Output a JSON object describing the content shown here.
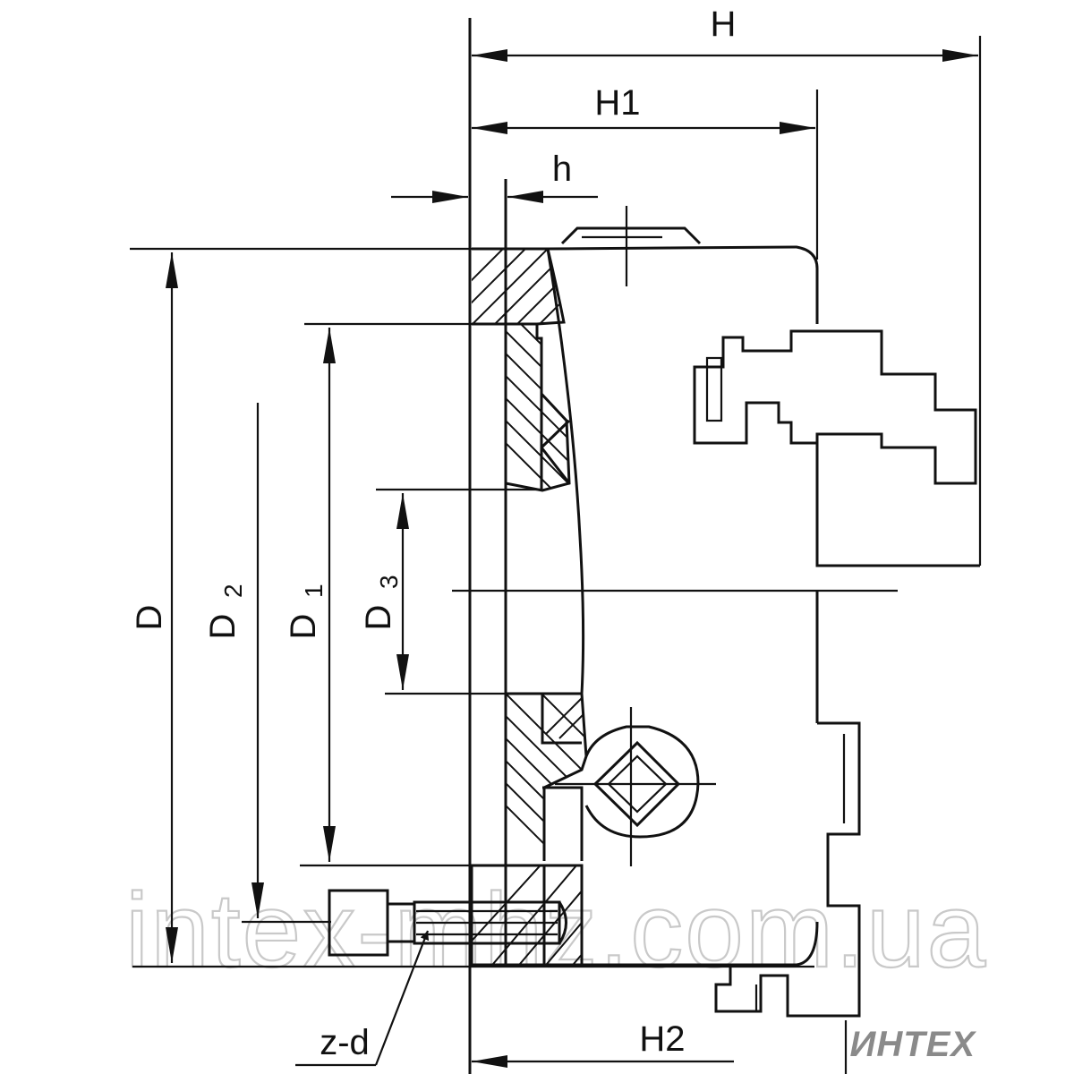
{
  "labels": {
    "H": "H",
    "H1": "H1",
    "h": "h",
    "D": "D",
    "D2": "D",
    "D2_sub": "2",
    "D1": "D",
    "D1_sub": "1",
    "D3": "D",
    "D3_sub": "3",
    "H2": "H2",
    "zd": "z-d"
  },
  "watermark": "intex-mhz.com.ua",
  "logo": "ИНТЕХ"
}
